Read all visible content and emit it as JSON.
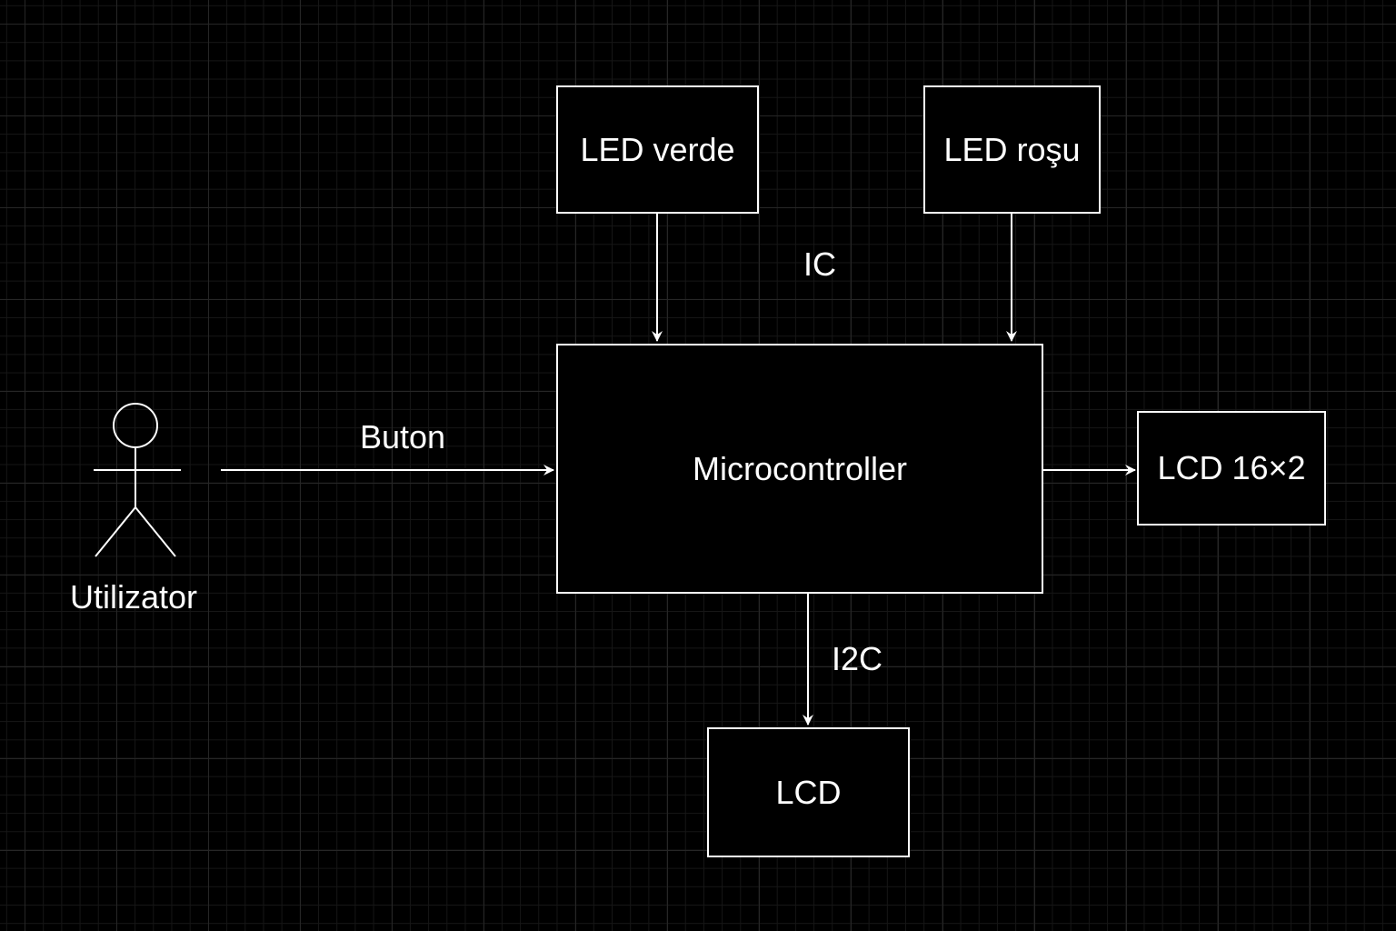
{
  "diagram": {
    "nodes": {
      "led_verde": "LED verde",
      "led_rosu": "LED roşu",
      "microcontroller": "Microcontroller",
      "lcd_16x2": "LCD 16×2",
      "lcd": "LCD",
      "actor": "Utilizator"
    },
    "edges": [
      {
        "from": "led_verde",
        "to": "microcontroller",
        "label": ""
      },
      {
        "from": "led_rosu",
        "to": "microcontroller",
        "label": ""
      },
      {
        "from": "actor",
        "to": "microcontroller",
        "label": "Buton"
      },
      {
        "from": "microcontroller",
        "to": "lcd_16x2",
        "label": ""
      },
      {
        "from": "microcontroller",
        "to": "lcd",
        "label": "I2C"
      }
    ],
    "floating_labels": {
      "ic": "IC"
    }
  },
  "colors": {
    "background": "#000000",
    "stroke": "#ffffff",
    "grid": "#262626"
  }
}
